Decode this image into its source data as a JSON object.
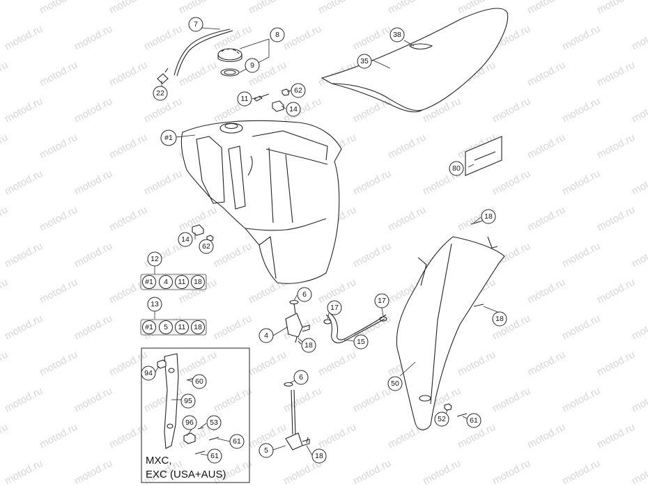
{
  "watermark": "motod.ru",
  "note": {
    "line1": "MXC,",
    "line2": "EXC (USA+AUS)"
  },
  "callouts": {
    "c7": "7",
    "c8": "8",
    "c9": "9",
    "c22": "22",
    "c38": "38",
    "c35": "35",
    "c11": "11",
    "c62a": "62",
    "c14a": "14",
    "c1": "#1",
    "c80": "80",
    "c18a": "18",
    "c14b": "14",
    "c62b": "62",
    "c12": "12",
    "c13": "13",
    "c6a": "6",
    "c17a": "17",
    "c17b": "17",
    "c18b": "18",
    "c4": "4",
    "c18c": "18",
    "c15": "15",
    "c50": "50",
    "c94": "94",
    "c60": "60",
    "c95": "95",
    "c6b": "6",
    "c96": "96",
    "c53": "53",
    "c61a": "61",
    "c52": "52",
    "c61b": "61",
    "c5": "5",
    "c61c": "61",
    "c18d": "18"
  },
  "kits": {
    "kit12": [
      "#1",
      "4",
      "11",
      "18"
    ],
    "kit13": [
      "#1",
      "5",
      "11",
      "18"
    ]
  }
}
